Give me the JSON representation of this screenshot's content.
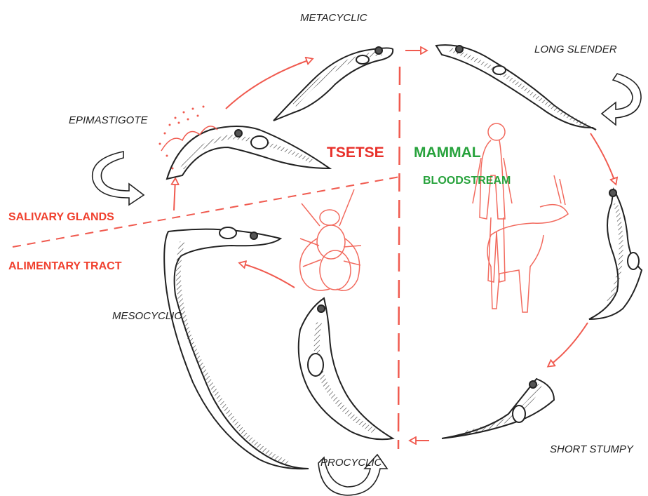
{
  "labels": {
    "metacyclic": "METACYCLIC",
    "long_slender": "LONG SLENDER",
    "epimastigote": "EPIMASTIGOTE",
    "short_stumpy": "SHORT STUMPY",
    "procyclic": "PROCYCLIC",
    "mesocyclic": "MESOCYCLIC",
    "tsetse": "TSETSE",
    "mammal": "MAMMAL",
    "bloodstream": "BLOODSTREAM",
    "salivary_glands": "SALIVARY GLANDS",
    "alimentary_tract": "ALIMENTARY TRACT"
  },
  "colors": {
    "arrow": "#f05a4f",
    "tsetse": "#e8302a",
    "mammal": "#27a23c",
    "zone": "#f0402e",
    "outline": "#222222",
    "host_sketch": "#f26a5e"
  },
  "icons": {
    "cycle_arrows": "curved-rotation-arrow-icon",
    "fly": "tsetse-fly-icon",
    "mammal_hosts": "human-and-antelope-icon"
  }
}
